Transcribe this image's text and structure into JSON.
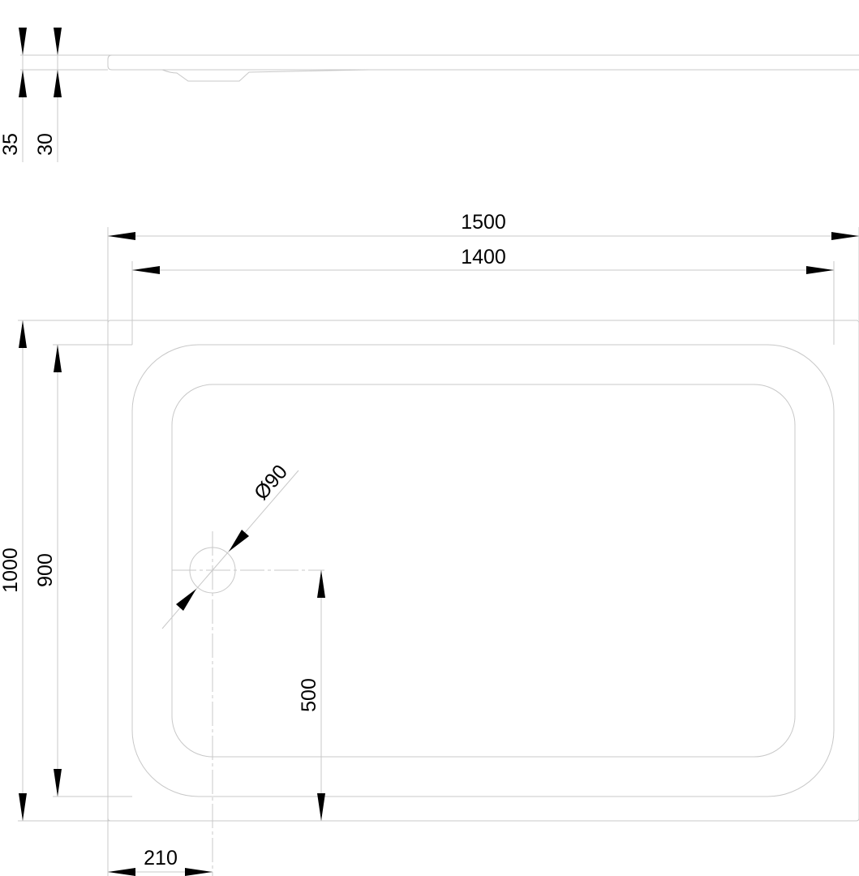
{
  "title": "Shower tray dimensions drawing",
  "side_view": {
    "total_height": "35",
    "rim_height": "30"
  },
  "plan_view": {
    "outer_width": "1500",
    "inner_width": "1400",
    "outer_depth": "1000",
    "inner_depth": "900",
    "drain_diameter": "Ø90",
    "drain_offset_y": "500",
    "drain_offset_x": "210"
  }
}
